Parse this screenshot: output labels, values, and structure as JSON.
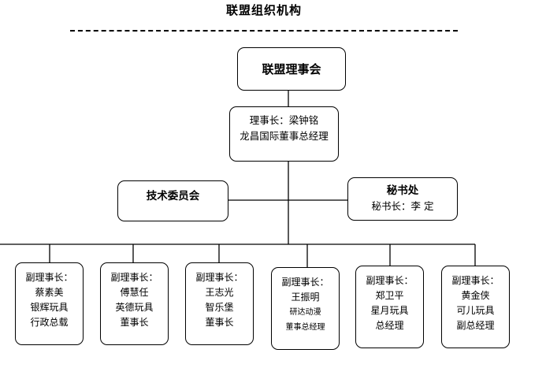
{
  "title": "联盟组织机构",
  "council": {
    "label": "联盟理事会"
  },
  "chair": {
    "title": "理事长：梁钟铭",
    "position": "龙昌国际董事总经理"
  },
  "technical_committee": {
    "label": "技术委员会"
  },
  "secretariat": {
    "label": "秘书处",
    "head": "秘书长：李  定"
  },
  "vice_chairs": [
    {
      "title": "副理事长：",
      "name": "蔡素美",
      "company": "银辉玩具",
      "position": "行政总载"
    },
    {
      "title": "副理事长：",
      "name": "傅慧任",
      "company": "英德玩具",
      "position": "董事长"
    },
    {
      "title": "副理事长：",
      "name": "王志光",
      "company": "智乐堡",
      "position": "董事长"
    },
    {
      "title": "副理事长：",
      "name": "王振明",
      "company": "研达动漫",
      "position": "董事总经理"
    },
    {
      "title": "副理事长：",
      "name": "郑卫平",
      "company": "星月玩具",
      "position": "总经理"
    },
    {
      "title": "副理事长：",
      "name": "黄金侠",
      "company": "可儿玩具",
      "position": "副总经理"
    }
  ]
}
